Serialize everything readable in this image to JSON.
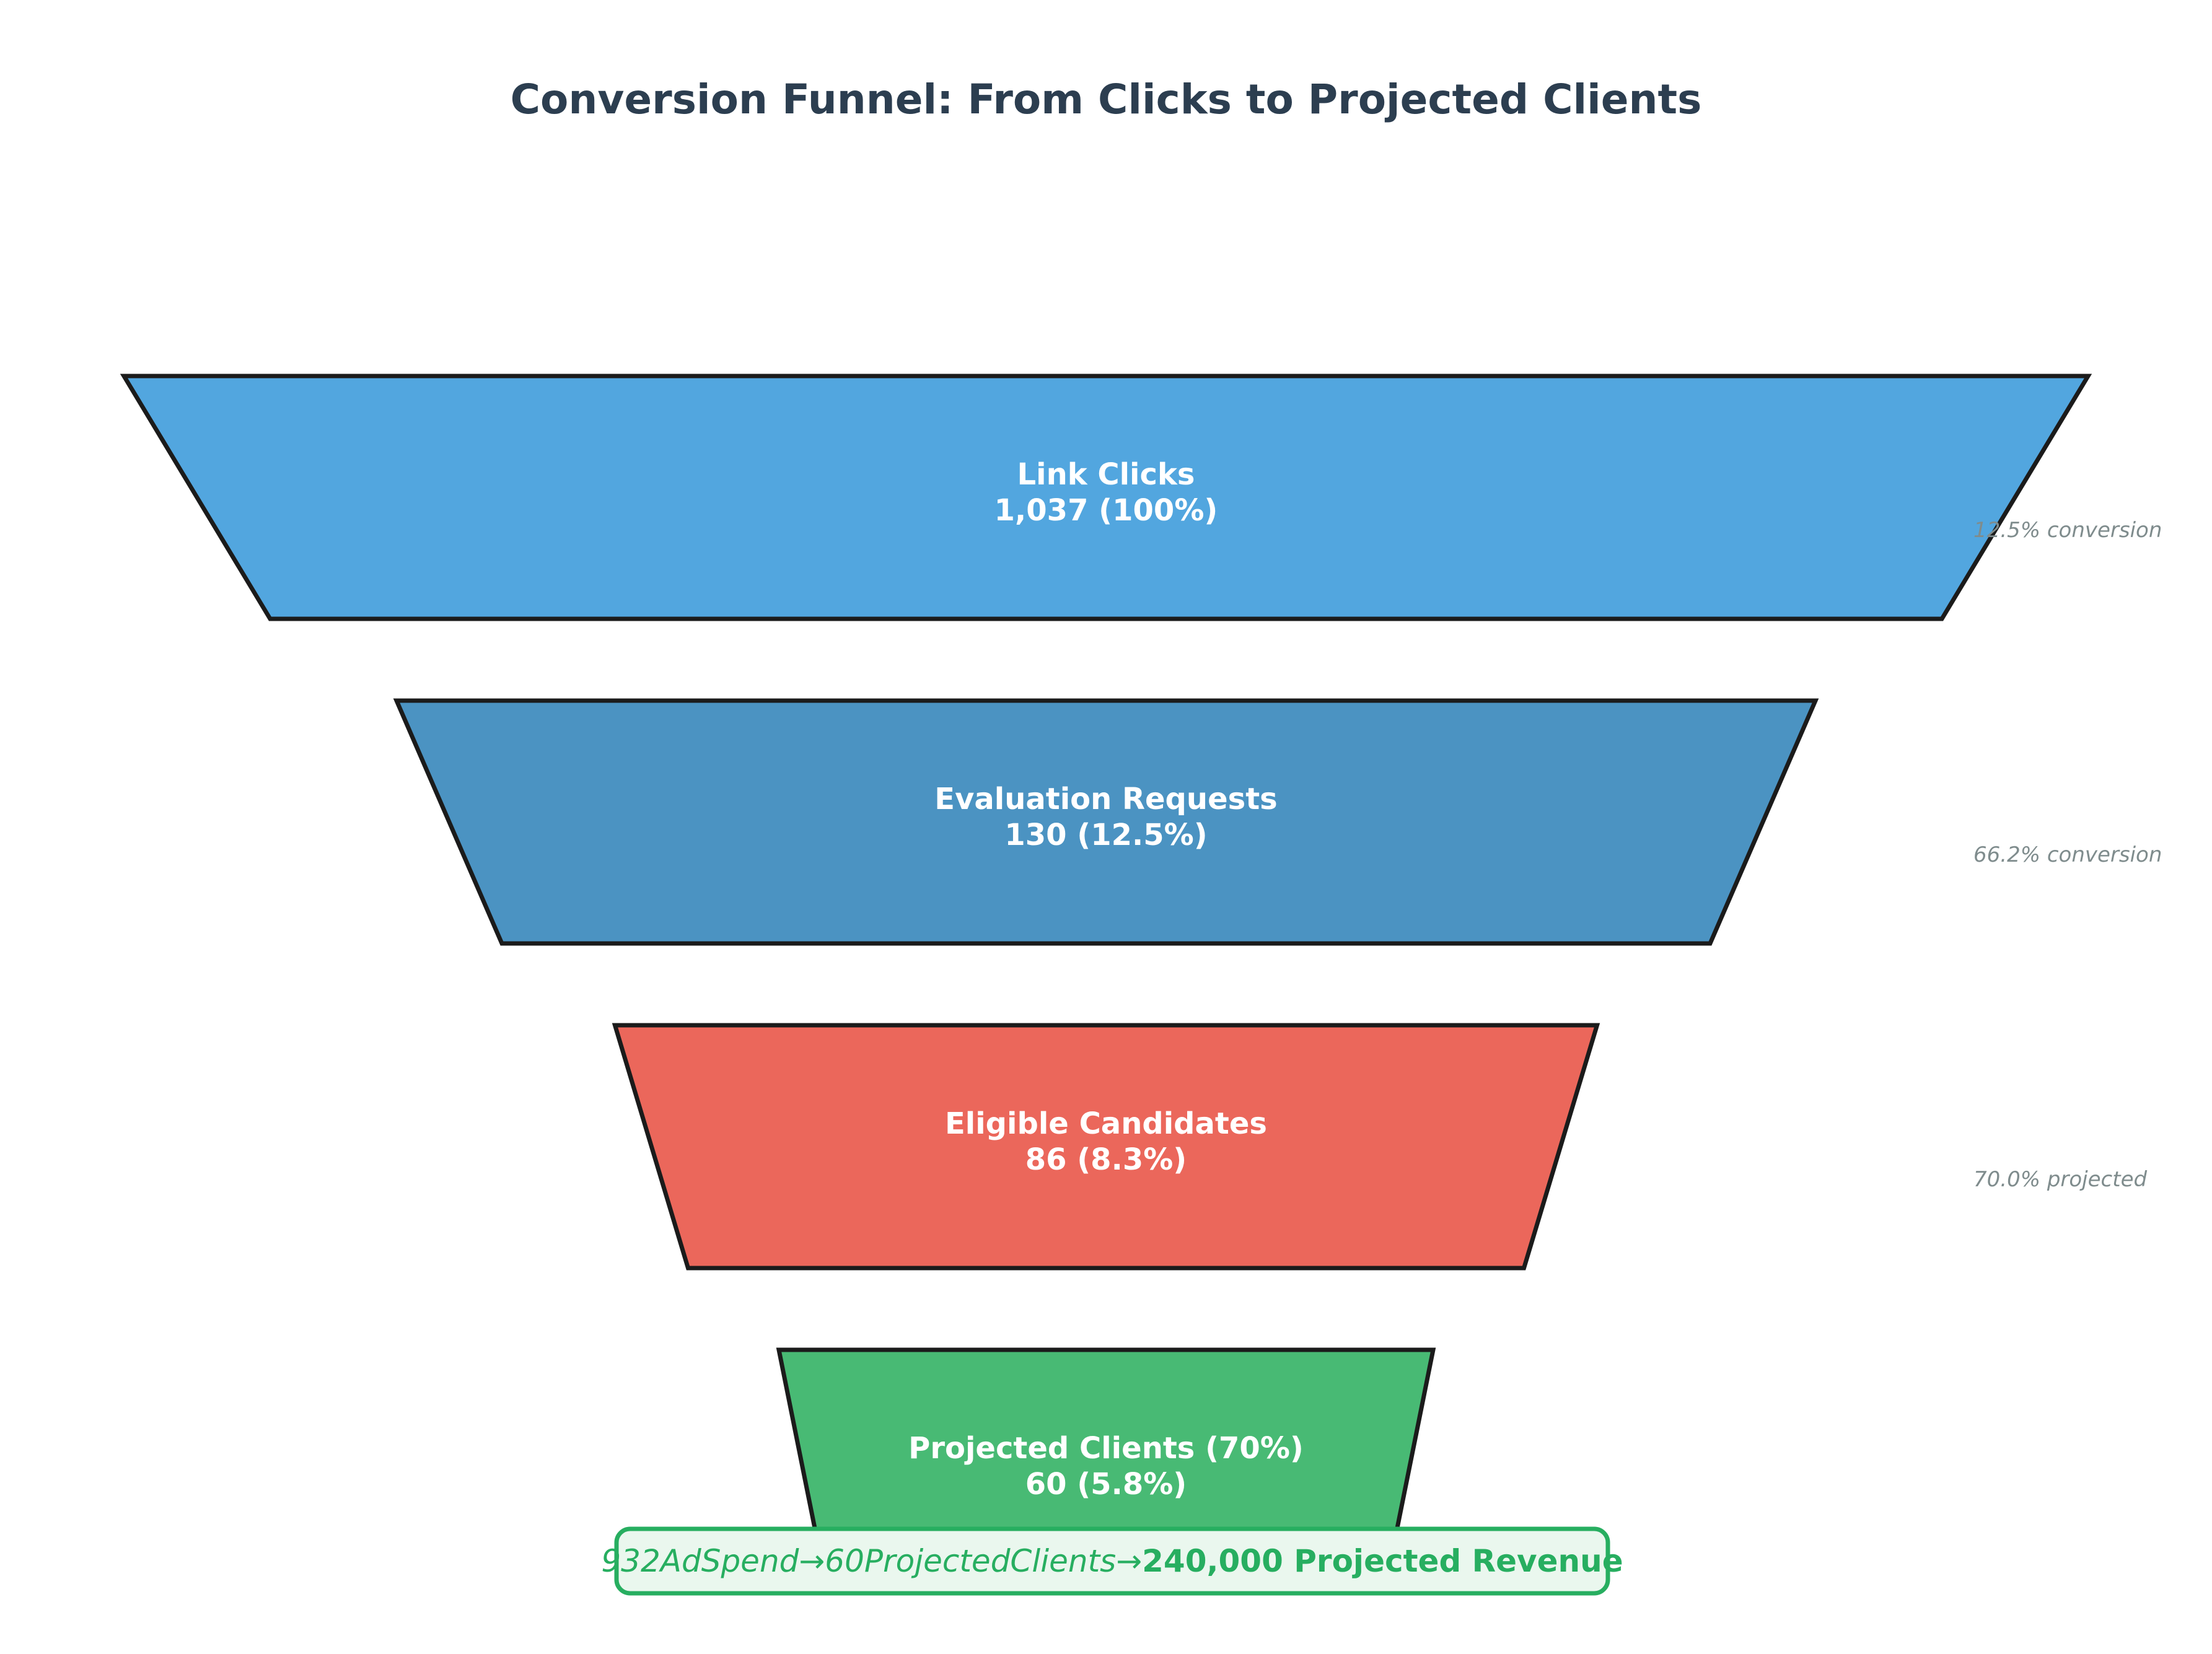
{
  "chart_data": {
    "type": "funnel",
    "title": "Conversion Funnel: From Clicks to Projected Clients",
    "stages": [
      {
        "name": "Link Clicks",
        "value": 1037,
        "value_label": "1,037 (100%)",
        "color": "#52a6df"
      },
      {
        "name": "Evaluation Requests",
        "value": 130,
        "value_label": "130 (12.5%)",
        "color": "#4b93c2"
      },
      {
        "name": "Eligible Candidates",
        "value": 86,
        "value_label": "86 (8.3%)",
        "color": "#eb675b"
      },
      {
        "name": "Projected Clients (70%)",
        "value": 60,
        "value_label": "60 (5.8%)",
        "color": "#48ba74"
      }
    ],
    "transitions": [
      "12.5% conversion",
      "66.2% conversion",
      "70.0% projected"
    ],
    "summary": {
      "italic_part": "932AdSpend→60ProjectedClients→",
      "bold_part": "240,000 Projected Revenue"
    }
  },
  "colors": {
    "title": "#2c3e50",
    "outline": "#1b1b1b",
    "annotation": "#7f8c8d",
    "summary_accent": "#27ae60",
    "summary_fill": "#eaf7ee"
  }
}
